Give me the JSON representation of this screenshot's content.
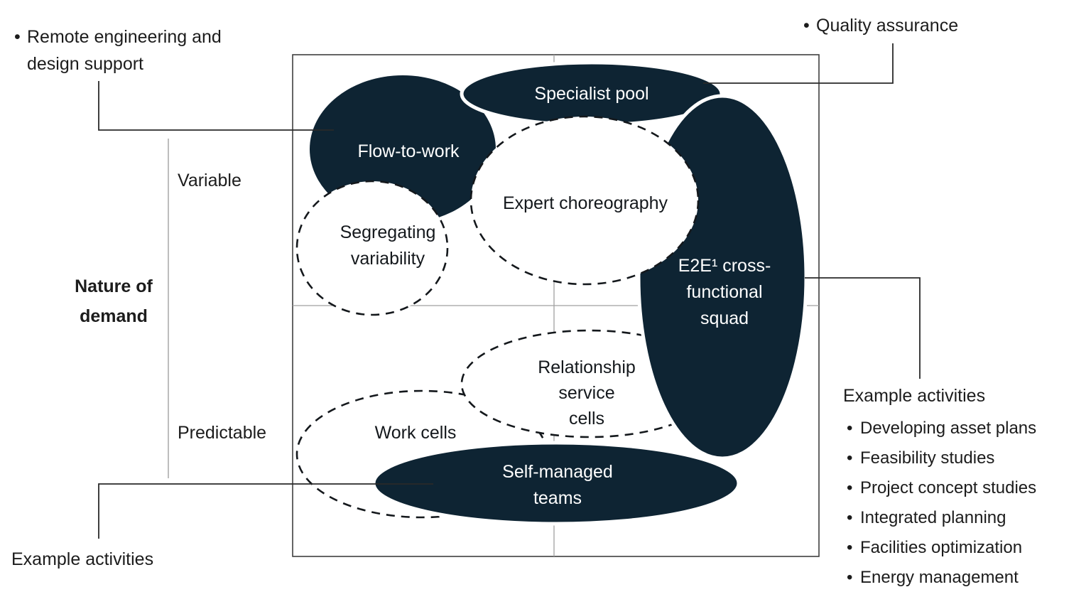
{
  "colors": {
    "dark_navy": "#0e2433",
    "grid_gray": "#a0a0a0",
    "box_border_gray": "#3f3f3f",
    "connector_black": "#2a2a2a",
    "text_black": "#1c1c1c",
    "label_white": "#ffffff"
  },
  "annotations": {
    "remote_engineering": {
      "bullet": "•",
      "line1": "Remote engineering and",
      "line2": "design support"
    },
    "quality_assurance": {
      "bullet": "•",
      "label": "Quality assurance"
    },
    "example_activities_bottom_left": {
      "label": "Example activities"
    }
  },
  "axis": {
    "title_line1": "Nature of",
    "title_line2": "demand",
    "top_label": "Variable",
    "bottom_label": "Predictable"
  },
  "ellipses": {
    "flow_to_work": {
      "label": "Flow-to-work",
      "style": "solid-dark"
    },
    "specialist_pool": {
      "label": "Specialist pool",
      "style": "solid-dark"
    },
    "expert_choreography": {
      "label": "Expert choreography",
      "style": "dashed-white"
    },
    "segregating_variability": {
      "line1": "Segregating",
      "line2": "variability",
      "style": "dashed-white"
    },
    "e2e_squad": {
      "line1": "E2E¹ cross-",
      "line2": "functional",
      "line3": "squad",
      "style": "solid-dark"
    },
    "relationship_service_cells": {
      "line1": "Relationship",
      "line2": "service",
      "line3": "cells",
      "style": "dashed-white"
    },
    "work_cells": {
      "label": "Work cells",
      "style": "dashed-white"
    },
    "self_managed_teams": {
      "line1": "Self-managed",
      "line2": "teams",
      "style": "solid-dark"
    }
  },
  "example_activities_panel": {
    "title": "Example activities",
    "bullet": "•",
    "items": [
      "Developing asset plans",
      "Feasibility studies",
      "Project concept studies",
      "Integrated planning",
      "Facilities optimization",
      "Energy management"
    ]
  }
}
